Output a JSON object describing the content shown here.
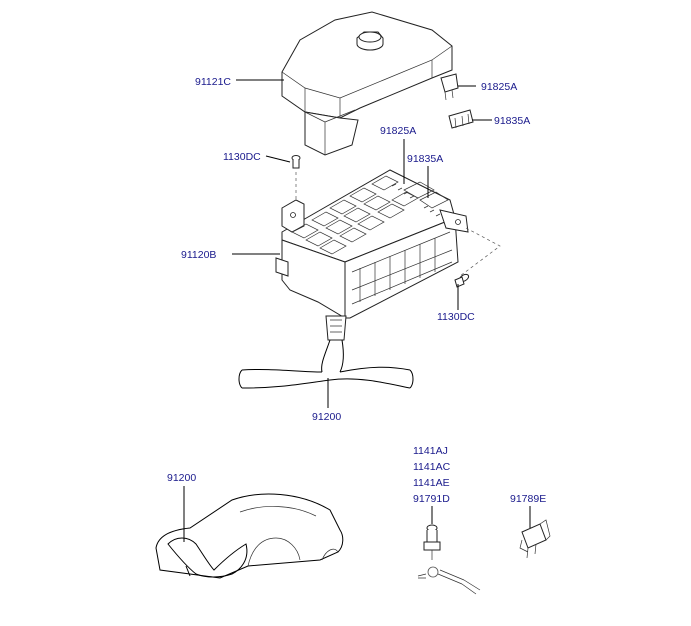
{
  "labels": {
    "cover": "91121C",
    "fuse_a_top": "91825A",
    "fuse_b_top": "91835A",
    "bolt_left": "1130DC",
    "fuse_a_box": "91825A",
    "fuse_b_box": "91835A",
    "fusebox": "91120B",
    "bolt_right": "1130DC",
    "harness_box": "91200",
    "harness_car": "91200",
    "grounds": [
      "1141AJ",
      "1141AC",
      "1141AE",
      "91791D"
    ],
    "fuse_e": "91789E"
  }
}
